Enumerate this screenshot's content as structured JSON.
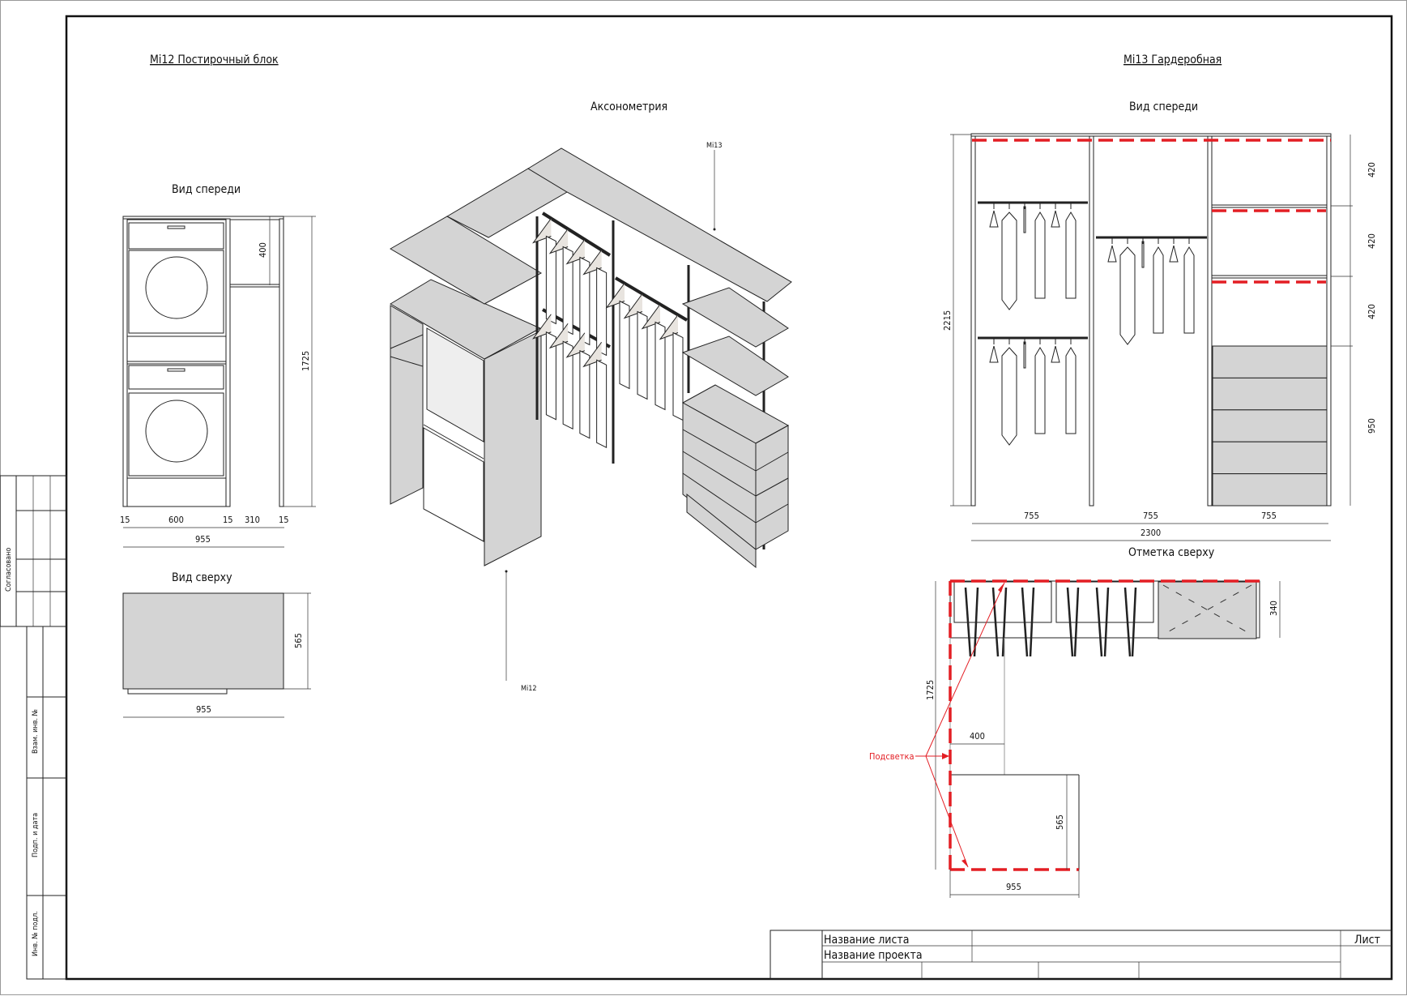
{
  "colors": {
    "highlight": "#e31e24",
    "panel_fill": "#d4d4d4",
    "line": "#222222"
  },
  "side_stamp": {
    "agreed": "Согласовано",
    "replaces_inv": "Взам. инв. №",
    "sign_date": "Подп. и дата",
    "inv_orig": "Инв. № подл."
  },
  "mi12": {
    "title": "Mi12 Постирочный блок",
    "front_view": "Вид спереди",
    "top_view": "Вид сверху",
    "front_dims": {
      "widths": [
        "15",
        "600",
        "15",
        "310",
        "15"
      ],
      "total": "955",
      "height": "1725",
      "shelf": "400"
    },
    "top_dims": {
      "depth": "565",
      "width": "955"
    }
  },
  "axon": {
    "title": "Аксонометрия",
    "mi13_tag": "Mi13",
    "mi12_tag": "Mi12"
  },
  "mi13": {
    "title": "Mi13 Гардеробная",
    "front_view": "Вид спереди",
    "top_view": "Отметка сверху",
    "lighting_label": "Подсветка",
    "front_dims": {
      "sections": [
        "755",
        "755",
        "755"
      ],
      "total": "2300",
      "height": "2215",
      "right": [
        "420",
        "420",
        "420",
        "950"
      ]
    },
    "top_dims": {
      "depth": "340",
      "length": "1725",
      "passage": "400",
      "block_depth": "565",
      "block_width": "955"
    }
  },
  "title_block": {
    "sheet_name": "Название листа",
    "project_name": "Название проекта",
    "sheet": "Лист"
  }
}
